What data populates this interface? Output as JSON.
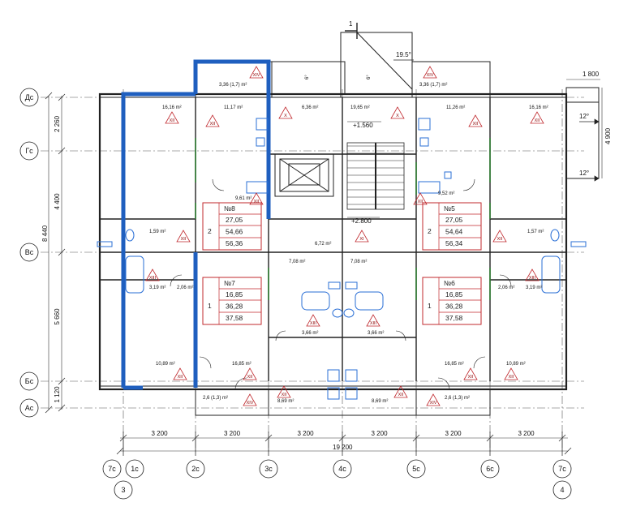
{
  "axes": {
    "horizontal": [
      "1с",
      "2с",
      "3с",
      "4с",
      "5с",
      "6с",
      "7с"
    ],
    "left_extra": "7с",
    "vertical": [
      "Дс",
      "Гс",
      "Вс",
      "Бс",
      "Ас"
    ],
    "bubbles": [
      "3",
      "4"
    ]
  },
  "dims_bottom": [
    "3 200",
    "3 200",
    "3 200",
    "3 200",
    "3 200",
    "3 200"
  ],
  "dim_total": "19 200",
  "dims_left": [
    "2 260",
    "4 400",
    "5 660",
    "1 120"
  ],
  "dim_left_total": "8 440",
  "dims_right": {
    "top": "1 800",
    "side": "4 900"
  },
  "section_mark": "1",
  "slopes": {
    "stair": "19.5°",
    "roof_a": "12°",
    "roof_b": "12°",
    "small_a": "6°",
    "small_b": "6°"
  },
  "levels": {
    "upper": "+1.560",
    "lower": "+2.800"
  },
  "apartments": [
    {
      "num": "№8",
      "rooms": "2",
      "vals": [
        "27,05",
        "54,66",
        "56,36"
      ]
    },
    {
      "num": "№5",
      "rooms": "2",
      "vals": [
        "27,05",
        "54,64",
        "56,34"
      ]
    },
    {
      "num": "№7",
      "rooms": "1",
      "vals": [
        "16,85",
        "36,28",
        "37,58"
      ]
    },
    {
      "num": "№6",
      "rooms": "1",
      "vals": [
        "16,85",
        "36,28",
        "37,58"
      ]
    }
  ],
  "rooms": [
    {
      "id": "r1",
      "label": "16,16 m²",
      "code": "XII"
    },
    {
      "id": "r2",
      "label": "11,17 m²",
      "code": "XII"
    },
    {
      "id": "r3",
      "label": "3,36 (1,7) m²",
      "code": "XIV"
    },
    {
      "id": "r4",
      "label": "6,36 m²",
      "code": "X"
    },
    {
      "id": "r5",
      "label": "19,65 m²",
      "code": "X"
    },
    {
      "id": "r6",
      "label": "3,36 (1,7) m²",
      "code": "XIV"
    },
    {
      "id": "r7",
      "label": "11,26 m²",
      "code": "XII"
    },
    {
      "id": "r8",
      "label": "16,16 m²",
      "code": "XII"
    },
    {
      "id": "r9",
      "label": "9,61 m²",
      "code": "XII"
    },
    {
      "id": "r10",
      "label": "9,52 m²",
      "code": "XII"
    },
    {
      "id": "r11",
      "label": "1,59 m²",
      "code": "XII"
    },
    {
      "id": "r12",
      "label": "1,57 m²",
      "code": "XII"
    },
    {
      "id": "r13",
      "label": "6,72 m²",
      "code": "XI"
    },
    {
      "id": "r14",
      "label": "7,08 m²",
      "code": ""
    },
    {
      "id": "r15",
      "label": "7,08 m²",
      "code": ""
    },
    {
      "id": "r16",
      "label": "3,19 m²",
      "code": "XIII"
    },
    {
      "id": "r17",
      "label": "2,06 m²",
      "code": ""
    },
    {
      "id": "r18",
      "label": "2,06 m²",
      "code": ""
    },
    {
      "id": "r19",
      "label": "3,19 m²",
      "code": "XIII"
    },
    {
      "id": "r20",
      "label": "3,66 m²",
      "code": "XIII"
    },
    {
      "id": "r21",
      "label": "3,66 m²",
      "code": "XIII"
    },
    {
      "id": "r22",
      "label": "10,89 m²",
      "code": "XII"
    },
    {
      "id": "r23",
      "label": "16,85 m²",
      "code": "XII"
    },
    {
      "id": "r24",
      "label": "16,85 m²",
      "code": "XII"
    },
    {
      "id": "r25",
      "label": "10,89 m²",
      "code": "XII"
    },
    {
      "id": "r26",
      "label": "8,69 m²",
      "code": "XII"
    },
    {
      "id": "r27",
      "label": "8,69 m²",
      "code": "XII"
    },
    {
      "id": "r28",
      "label": "2,6 (1,3) m²",
      "code": "XIV"
    },
    {
      "id": "r29",
      "label": "2,6 (1,3) m²",
      "code": "XIV"
    }
  ],
  "colors": {
    "highlight": "#1f5fbf",
    "red": "#c0282d",
    "wall": "#222222",
    "green": "#2e7d32",
    "fixture": "#2a6fd6"
  }
}
